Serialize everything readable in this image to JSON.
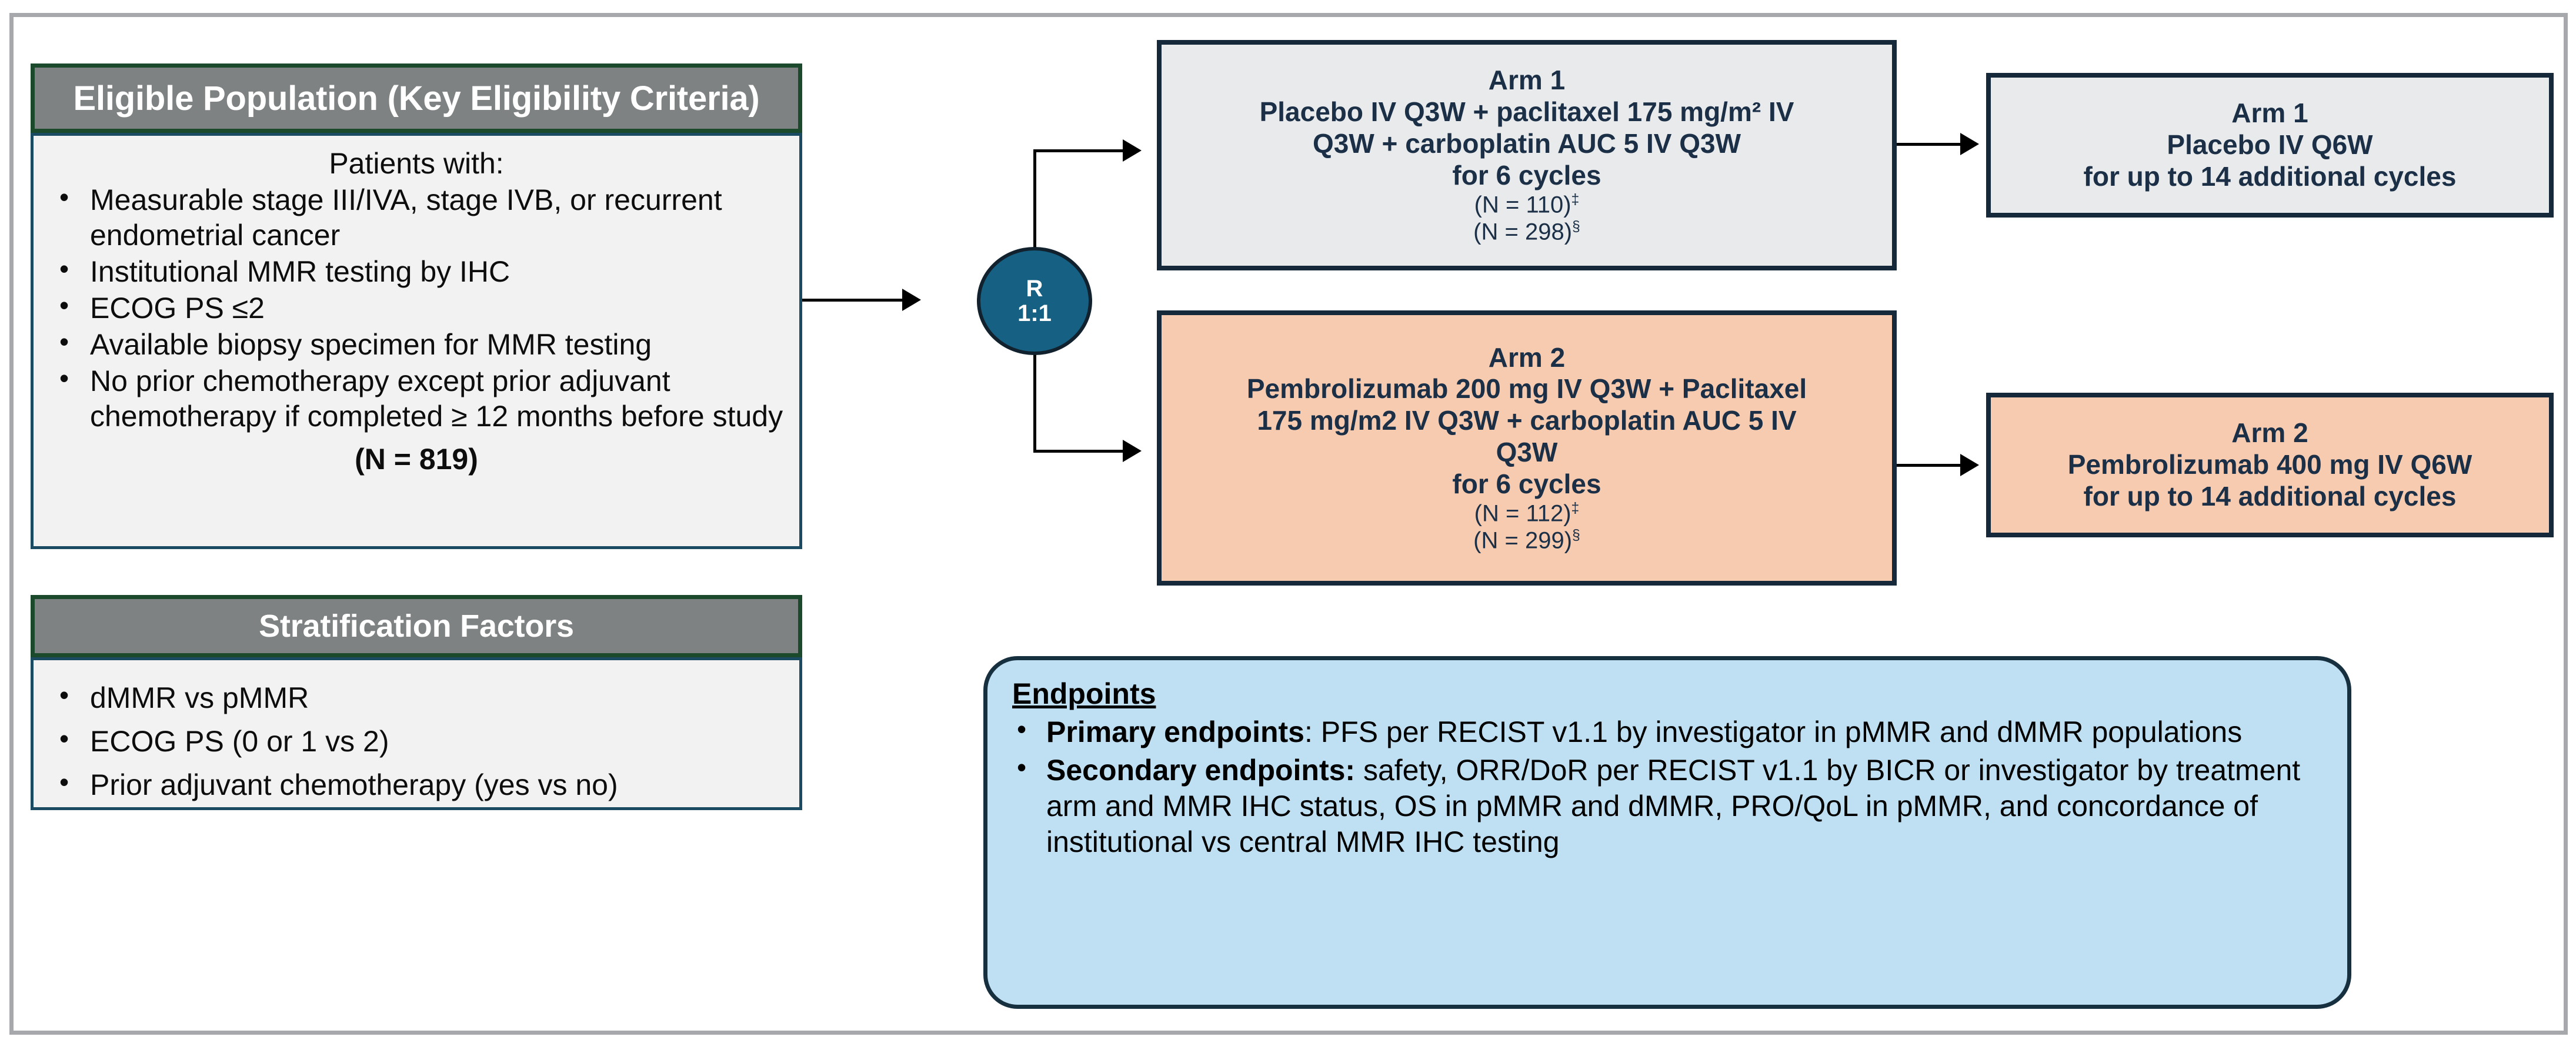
{
  "eligible_population": {
    "header": "Eligible Population (Key Eligibility Criteria)",
    "intro": "Patients with:",
    "criteria": [
      "Measurable stage III/IVA, stage IVB, or recurrent endometrial cancer",
      "Institutional MMR testing by IHC",
      "ECOG PS ≤2",
      "Available biopsy specimen for MMR testing",
      "No prior chemotherapy except prior adjuvant chemotherapy if completed ≥ 12 months before study"
    ],
    "total_n": "(N = 819)"
  },
  "stratification": {
    "header": "Stratification Factors",
    "factors": [
      "dMMR vs pMMR",
      "ECOG PS (0 or 1 vs 2)",
      "Prior adjuvant chemotherapy (yes vs no)"
    ]
  },
  "randomization": {
    "letter": "R",
    "ratio": "1:1"
  },
  "arms": [
    {
      "id": "arm1",
      "title": "Arm 1",
      "regimen_lines": [
        "Placebo IV Q3W + paclitaxel 175 mg/m² IV",
        "Q3W + carboplatin AUC 5 IV Q3W",
        "for 6 cycles"
      ],
      "n_primary": "(N = 110)",
      "n_primary_marker": "‡",
      "n_secondary": "(N = 298)",
      "n_secondary_marker": "§",
      "fill": "#e8eaeb"
    },
    {
      "id": "arm2",
      "title": "Arm 2",
      "regimen_lines": [
        "Pembrolizumab 200 mg IV Q3W + Paclitaxel",
        "175 mg/m2 IV Q3W + carboplatin AUC 5 IV",
        "Q3W",
        "for 6 cycles"
      ],
      "n_primary": "(N = 112)",
      "n_primary_marker": "‡",
      "n_secondary": "(N = 299)",
      "n_secondary_marker": "§",
      "fill": "#f7cbaf"
    }
  ],
  "maintenance": [
    {
      "id": "arm1-maint",
      "title": "Arm 1",
      "lines": [
        "Placebo IV Q6W",
        "for up to 14 additional cycles"
      ],
      "fill": "#e8eaeb"
    },
    {
      "id": "arm2-maint",
      "title": "Arm 2",
      "lines": [
        "Pembrolizumab 400 mg IV Q6W",
        "for up to 14 additional cycles"
      ],
      "fill": "#f7cbaf"
    }
  ],
  "endpoints": {
    "title": "Endpoints",
    "items": [
      {
        "label": "Primary endpoints",
        "separator": ": ",
        "text": "PFS per RECIST v1.1 by investigator in pMMR and dMMR populations"
      },
      {
        "label": "Secondary endpoints:",
        "separator": " ",
        "text": "safety, ORR/DoR per RECIST v1.1 by BICR or investigator by treatment arm and MMR IHC status, OS in pMMR and dMMR, PRO/QoL in pMMR, and concordance of institutional vs central MMR IHC testing"
      }
    ]
  },
  "colors": {
    "header_gray": "#7f8283",
    "header_green_border": "#1a4a2b",
    "panel_border_teal": "#1b4a63",
    "panel_fill": "#f2f2f2",
    "arm_border_navy": "#16293a",
    "arm_text_navy": "#1b2f47",
    "arm_gray_fill": "#e8eaeb",
    "arm_peach_fill": "#f7cbaf",
    "randomization_fill": "#166083",
    "endpoints_fill": "#bfdff2",
    "endpoints_border": "#17303f",
    "frame_gray": "#a6a8ab"
  }
}
